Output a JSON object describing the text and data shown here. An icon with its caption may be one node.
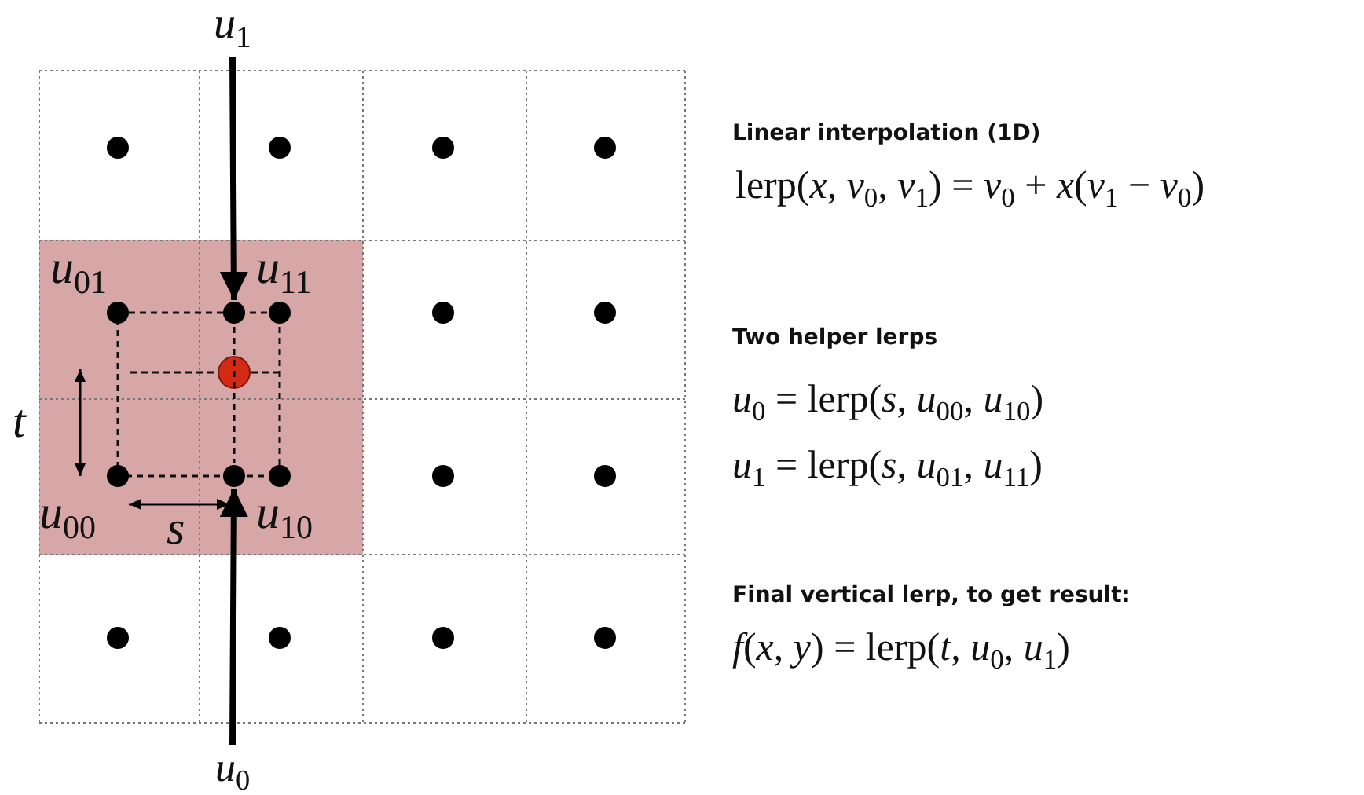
{
  "diagram": {
    "nodes": [
      {
        "text": [
          "*u*$_{1}$"
        ]
      },
      {
        "text": [],
        "shape": "circle"
      },
      {
        "text": [
          "*u*$_{0}$"
        ]
      },
      {
        "text": [],
        "shape": "circle"
      }
    ],
    "edges": [
      {
        "from": 0,
        "to": 1,
        "arrow": "to"
      },
      {
        "from": 2,
        "to": 3,
        "arrow": "to"
      },
      {
        "from": 1,
        "to": 3,
        "arrow": "none",
        "style": "dashed"
      }
    ],
    "labels": [
      "Linear interpolation (1D)",
      "lerp(*x*, *v*$_{0}$, *v*$_{1}$) = *v*$_{0}$ + *x*(*v*$_{1}$ − *v*$_{0}$)",
      "*u*$_{01}$",
      "*u*$_{11}$",
      "Two helper lerps",
      "*t*",
      "*u*$_{0}$ = lerp(*s*, *u*$_{00}$, *u*$_{10}$)",
      "*u*$_{1}$ = lerp(*s*, *u*$_{01}$, *u*$_{11}$)",
      "*u*$_{00}$",
      "*s*",
      "*u*$_{10}$",
      "Final vertical lerp, to get result:",
      "*f*(*x*, *y*) = lerp(*t*, *u*$_{0}$, *u*$_{1}$)"
    ]
  }
}
